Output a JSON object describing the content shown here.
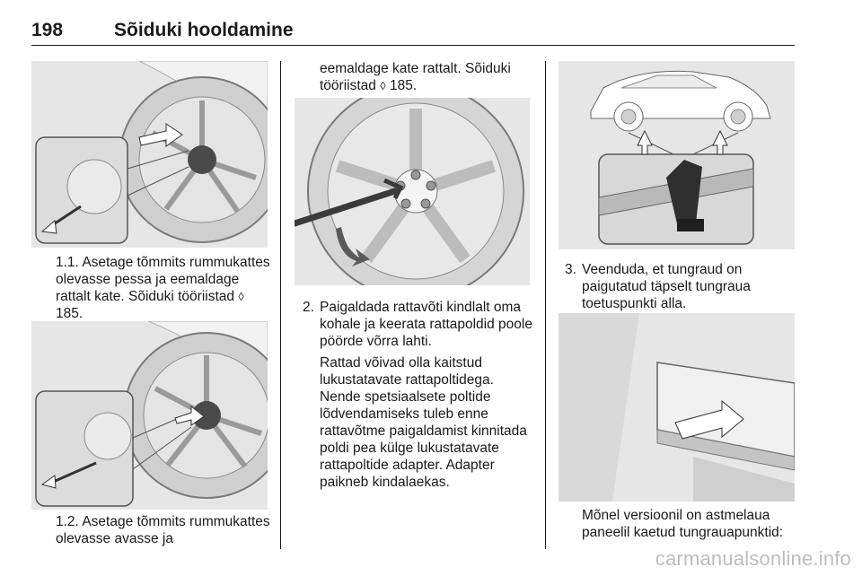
{
  "header": {
    "page_number": "198",
    "section_title": "Sõiduki hooldamine"
  },
  "left_column": {
    "step_1_1": {
      "number": "1.1.",
      "text": "Asetage tõmmits rummukattes olevasse pessa ja eemaldage rattalt kate. Sõiduki tööriistad",
      "ref_symbol": "◊",
      "ref_page": "185."
    },
    "step_1_2": {
      "number": "1.2.",
      "text": "Asetage tõmmits rummukattes olevasse avasse ja"
    }
  },
  "middle_column": {
    "continuation_line1": "eemaldage kate rattalt. Sõiduki",
    "continuation_line2": "tööriistad",
    "ref_symbol": "◊",
    "ref_page": "185.",
    "step_2": {
      "number": "2.",
      "text": "Paigaldada rattavõti kindlalt oma kohale ja keerata rattapoldid poole pöörde võrra lahti."
    },
    "note": "Rattad võivad olla kaitstud lukustatavate rattapoltidega. Nende spetsiaalsete poltide lõdvendamiseks tuleb enne rattavõtme paigaldamist kinnitada poldi pea külge lukustatavate rattapoltide adapter. Adapter paikneb kindalaekas."
  },
  "right_column": {
    "step_3": {
      "number": "3.",
      "text": "Veenduda, et tungraud on paigutatud täpselt tungraua toetuspunkti alla."
    },
    "note": "Mõnel versioonil on astmelaua paneelil kaetud tungrauapunktid:"
  },
  "footer": {
    "watermark": "carmanualsonline.info"
  }
}
